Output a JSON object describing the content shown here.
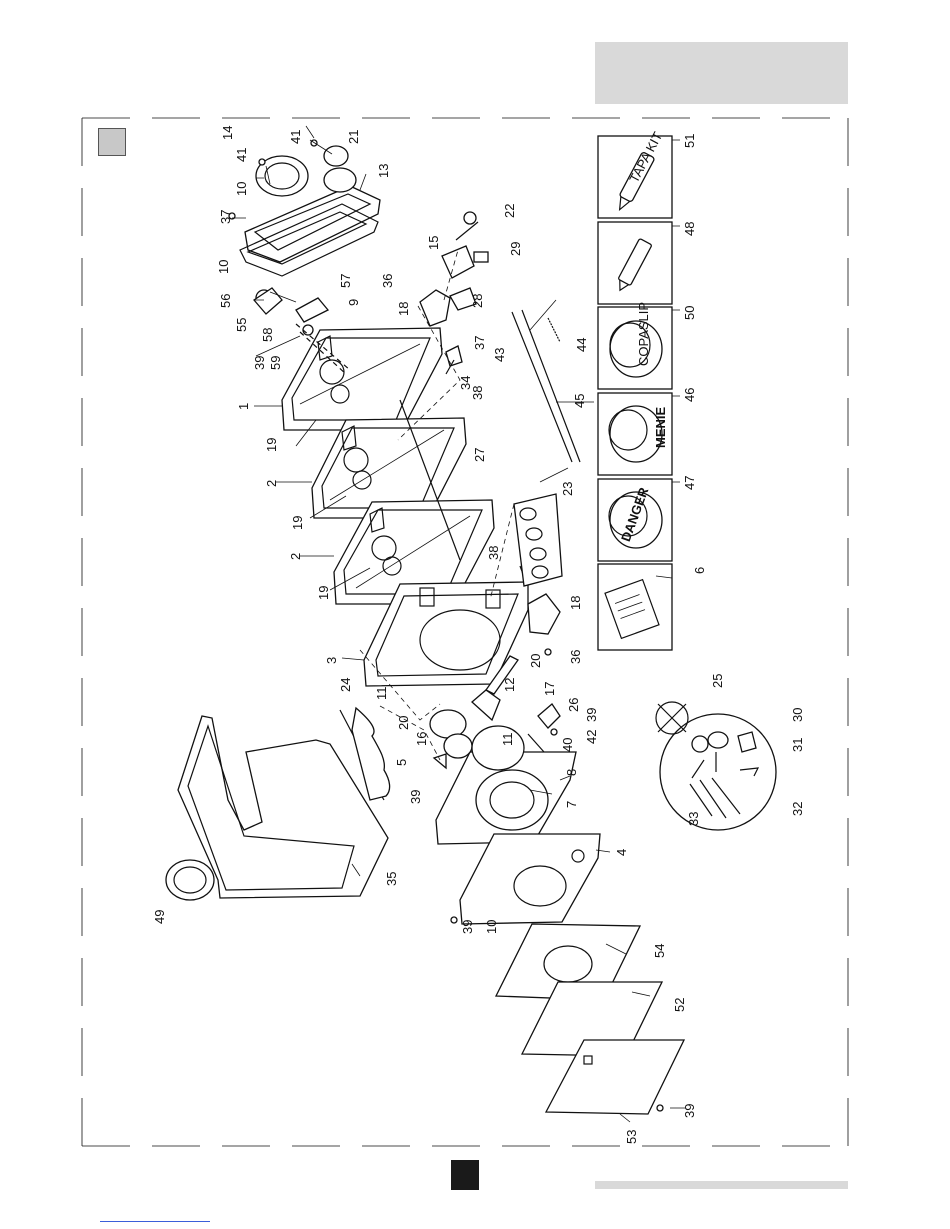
{
  "labels": {
    "l1": "1",
    "l2a": "2",
    "l2b": "2",
    "l3": "3",
    "l4": "4",
    "l5": "5",
    "l6": "6",
    "l7": "7",
    "l8": "8",
    "l9": "9",
    "l10a": "10",
    "l10b": "10",
    "l10c": "10",
    "l11a": "11",
    "l11b": "11",
    "l12": "12",
    "l13": "13",
    "l14": "14",
    "l15": "15",
    "l16": "16",
    "l17": "17",
    "l18a": "18",
    "l18b": "18",
    "l19a": "19",
    "l19b": "19",
    "l19c": "19",
    "l20a": "20",
    "l20b": "20",
    "l21": "21",
    "l22": "22",
    "l23": "23",
    "l24": "24",
    "l25": "25",
    "l26": "26",
    "l27": "27",
    "l28": "28",
    "l29": "29",
    "l30": "30",
    "l31": "31",
    "l32": "32",
    "l33": "33",
    "l34": "34",
    "l35": "35",
    "l36a": "36",
    "l36b": "36",
    "l37a": "37",
    "l37b": "37",
    "l38a": "38",
    "l38b": "38",
    "l39a": "39",
    "l39b": "39",
    "l39c": "39",
    "l39d": "39",
    "l39e": "39",
    "l40": "40",
    "l41a": "41",
    "l41b": "41",
    "l42": "42",
    "l43": "43",
    "l44": "44",
    "l45": "45",
    "l46": "46",
    "l47": "47",
    "l48": "48",
    "l49": "49",
    "l50": "50",
    "l51": "51",
    "l52": "52",
    "l53": "53",
    "l54": "54",
    "l55": "55",
    "l56": "56",
    "l57": "57",
    "l58": "58",
    "l59": "59"
  },
  "products": {
    "tapa_kit": "TAPA KIT",
    "copaslip": "COPASLIP",
    "menie": "MENIE",
    "danger": "DANGER"
  },
  "colors": {
    "header_band": "#d9d9d9",
    "page_square": "#1a1a1a",
    "link_line": "#3b5fd9"
  }
}
